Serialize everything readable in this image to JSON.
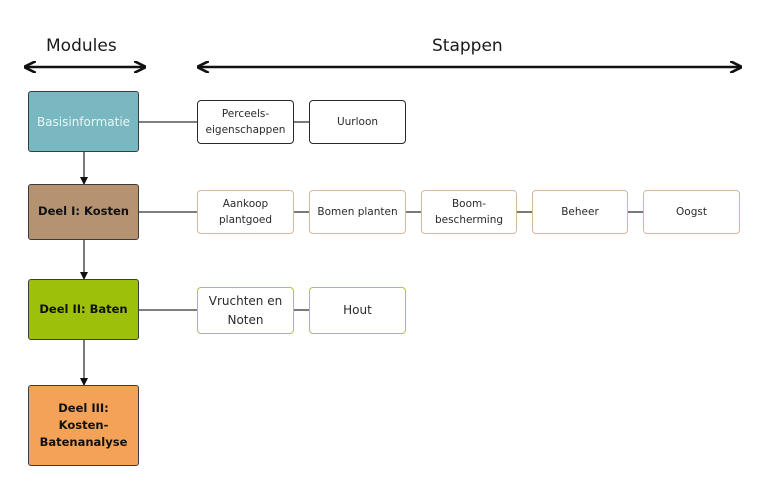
{
  "headers": {
    "modules": "Modules",
    "stappen": "Stappen"
  },
  "modules": [
    {
      "id": "basis",
      "label": "Basisinformatie",
      "color": "#79b7c1",
      "text_color": "#eaf6f8",
      "bold": false
    },
    {
      "id": "kosten",
      "label": "Deel I: Kosten",
      "color": "#b59270",
      "text_color": "#111111",
      "bold": true
    },
    {
      "id": "baten",
      "label": "Deel II: Baten",
      "color": "#9dc10a",
      "text_color": "#111111",
      "bold": true
    },
    {
      "id": "kba",
      "label": "Deel III:\nKosten-\nBatenanalyse",
      "color": "#f3a257",
      "text_color": "#111111",
      "bold": true
    }
  ],
  "steps": {
    "basis": [
      "Perceels-\neigenschappen",
      "Uurloon"
    ],
    "kosten": [
      "Aankoop\nplantgoed",
      "Bomen planten",
      "Boom-\nbescherming",
      "Beheer",
      "Oogst"
    ],
    "baten": [
      "Vruchten en\nNoten",
      "Hout"
    ]
  },
  "colors": {
    "basis_border": "#2a2a2a",
    "kosten_border": "#d6b89e",
    "baten_border": "#a6cc3a",
    "connector": "#333333"
  }
}
